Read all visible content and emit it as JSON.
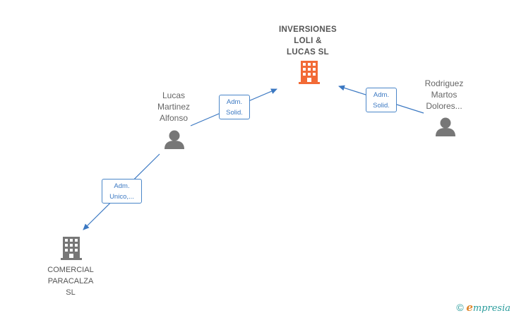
{
  "nodes": {
    "main_company": {
      "name": [
        "INVERSIONES",
        "LOLI &",
        "LUCAS SL"
      ],
      "color": "#f26a36"
    },
    "person_lucas": {
      "name": [
        "Lucas",
        "Martinez",
        "Alfonso"
      ]
    },
    "person_rodriguez": {
      "name": [
        "Rodriguez",
        "Martos",
        "Dolores..."
      ]
    },
    "company_comercial": {
      "name": [
        "COMERCIAL",
        "PARACALZA",
        "SL"
      ],
      "color": "#777777"
    }
  },
  "edges": {
    "lucas_to_main": [
      "Adm.",
      "Solid."
    ],
    "rodriguez_to_main": [
      "Adm.",
      "Solid."
    ],
    "lucas_to_comercial": [
      "Adm.",
      "Unico,..."
    ]
  },
  "colors": {
    "edge": "#3b78c2",
    "person": "#777777"
  },
  "brand": {
    "copyright": "©",
    "logo_letter": "e",
    "logo_rest": "mpresia"
  }
}
